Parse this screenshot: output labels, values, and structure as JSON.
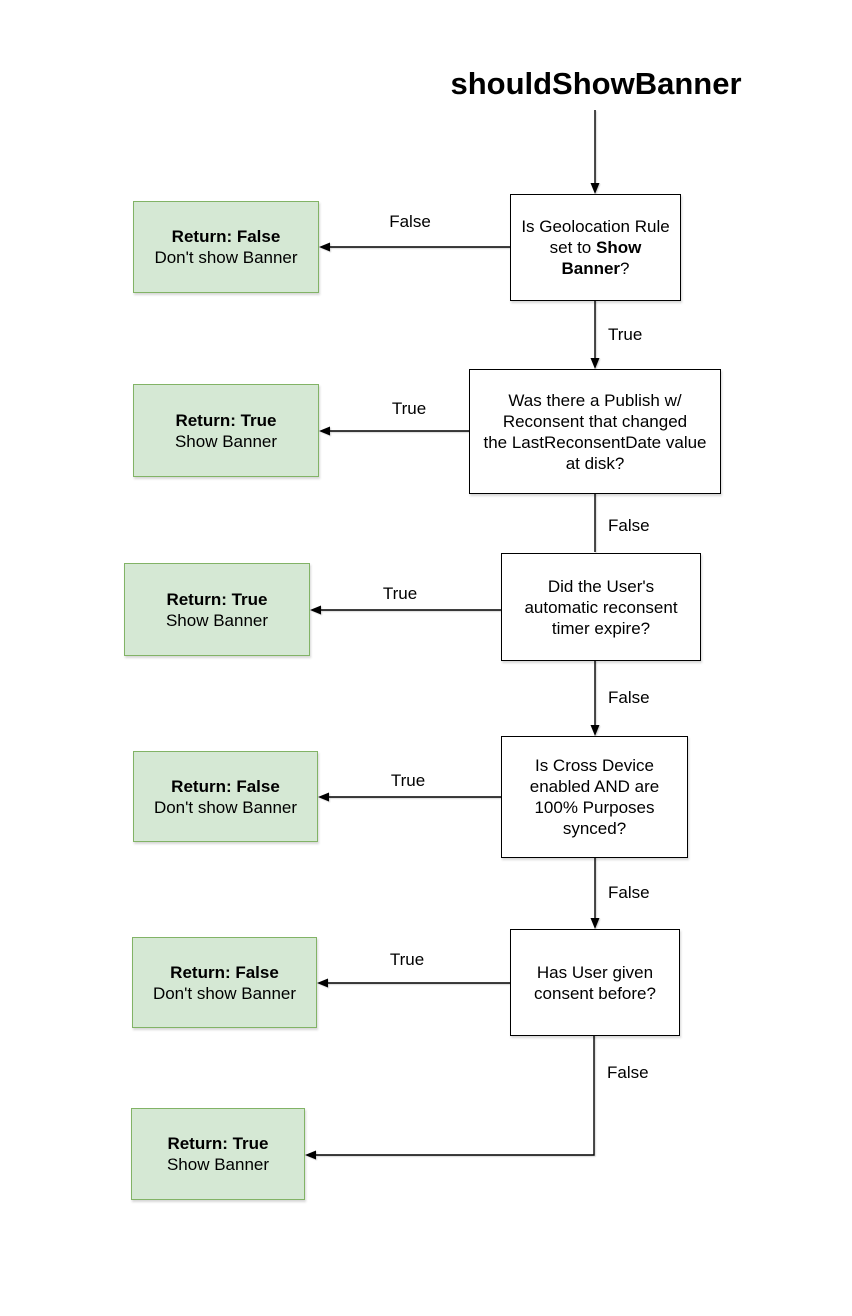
{
  "title": "shouldShowBanner",
  "colors": {
    "return_box_fill": "#d5e8d4",
    "return_box_border": "#82b366",
    "decision_box_fill": "#ffffff",
    "decision_box_border": "#000000",
    "connector": "#000000",
    "text": "#000000"
  },
  "decisions": [
    {
      "pre": "Is Geolocation Rule\nset to ",
      "bold": "Show\nBanner",
      "post": "?"
    },
    {
      "text": "Was there a Publish w/\nReconsent that changed\nthe LastReconsentDate value\nat disk?"
    },
    {
      "text": "Did the User's\nautomatic reconsent\ntimer expire?"
    },
    {
      "text": "Is Cross Device\nenabled AND are\n100% Purposes\nsynced?"
    },
    {
      "text": "Has User given\nconsent before?"
    }
  ],
  "returns": [
    {
      "title": "Return: False",
      "subtitle": "Don't show Banner"
    },
    {
      "title": "Return: True",
      "subtitle": "Show Banner"
    },
    {
      "title": "Return: True",
      "subtitle": "Show Banner"
    },
    {
      "title": "Return: False",
      "subtitle": "Don't show Banner"
    },
    {
      "title": "Return: False",
      "subtitle": "Don't show Banner"
    },
    {
      "title": "Return: True",
      "subtitle": "Show Banner"
    }
  ],
  "edge_labels": [
    {
      "text": "False"
    },
    {
      "text": "True"
    },
    {
      "text": "True"
    },
    {
      "text": "False"
    },
    {
      "text": "True"
    },
    {
      "text": "False"
    },
    {
      "text": "True"
    },
    {
      "text": "False"
    },
    {
      "text": "True"
    },
    {
      "text": "False"
    }
  ]
}
